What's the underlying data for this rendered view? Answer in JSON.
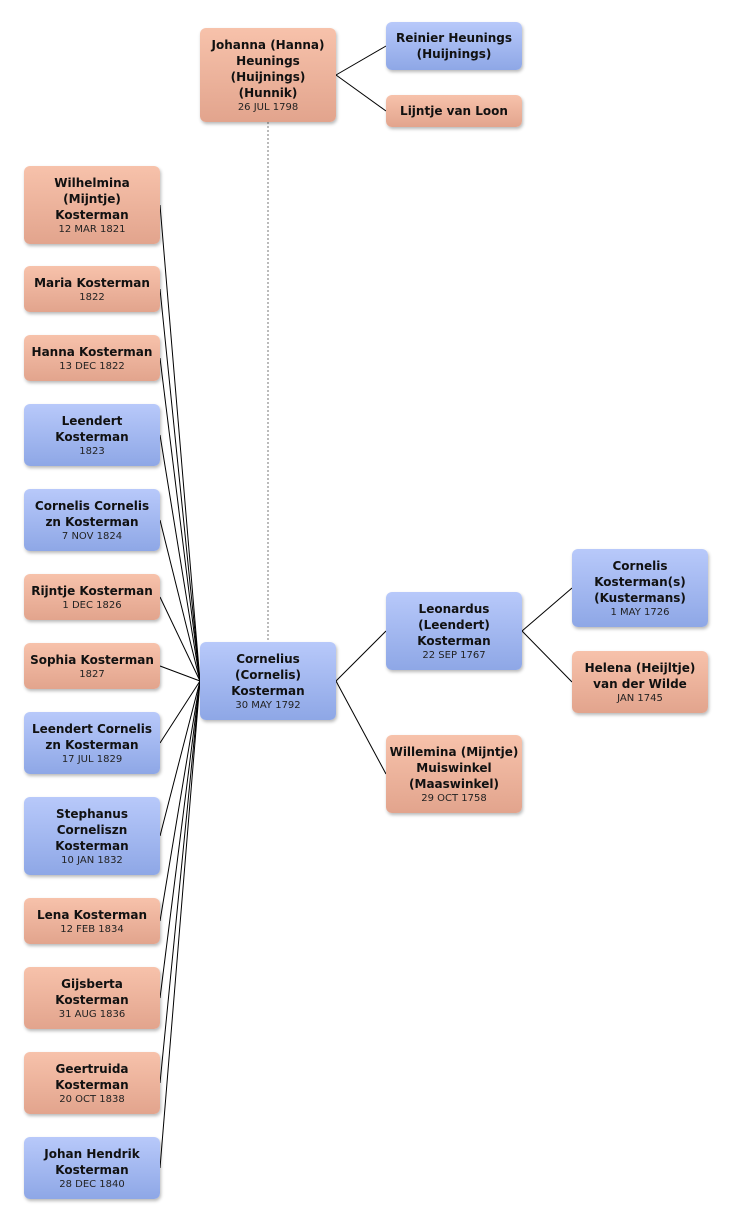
{
  "root": {
    "id": "root",
    "name": "Cornelius\n(Cornelis)\nKosterman",
    "date": "30 MAY 1792",
    "sex": "male"
  },
  "spouse": {
    "id": "spouse",
    "name": "Johanna (Hanna)\nHeunings\n(Huijnings)\n(Hunnik)",
    "date": "26 JUL 1798",
    "sex": "female"
  },
  "spouse_parents": [
    {
      "id": "sp-father",
      "name": "Reinier Heunings\n(Huijnings)",
      "date": "",
      "sex": "male"
    },
    {
      "id": "sp-mother",
      "name": "Lijntje van Loon",
      "date": "",
      "sex": "female"
    }
  ],
  "parents": [
    {
      "id": "father",
      "name": "Leonardus\n(Leendert)\nKosterman",
      "date": "22 SEP 1767",
      "sex": "male"
    },
    {
      "id": "mother",
      "name": "Willemina (Mijntje)\nMuiswinkel\n(Maaswinkel)",
      "date": "29 OCT 1758",
      "sex": "female"
    }
  ],
  "grandparents": [
    {
      "id": "gf",
      "name": "Cornelis\nKosterman(s)\n(Kustermans)",
      "date": "1 MAY 1726",
      "sex": "male"
    },
    {
      "id": "gm",
      "name": "Helena (Heijltje)\nvan der Wilde",
      "date": "JAN 1745",
      "sex": "female"
    }
  ],
  "children": [
    {
      "id": "c1",
      "name": "Wilhelmina\n(Mijntje)\nKosterman",
      "date": "12 MAR 1821",
      "sex": "female"
    },
    {
      "id": "c2",
      "name": "Maria Kosterman",
      "date": "1822",
      "sex": "female"
    },
    {
      "id": "c3",
      "name": "Hanna Kosterman",
      "date": "13 DEC 1822",
      "sex": "female"
    },
    {
      "id": "c4",
      "name": "Leendert\nKosterman",
      "date": "1823",
      "sex": "male"
    },
    {
      "id": "c5",
      "name": "Cornelis Cornelis\nzn Kosterman",
      "date": "7 NOV 1824",
      "sex": "male"
    },
    {
      "id": "c6",
      "name": "Rijntje Kosterman",
      "date": "1 DEC 1826",
      "sex": "female"
    },
    {
      "id": "c7",
      "name": "Sophia Kosterman",
      "date": "1827",
      "sex": "female"
    },
    {
      "id": "c8",
      "name": "Leendert Cornelis\nzn Kosterman",
      "date": "17 JUL 1829",
      "sex": "male"
    },
    {
      "id": "c9",
      "name": "Stephanus\nCorneliszn\nKosterman",
      "date": "10 JAN 1832",
      "sex": "male"
    },
    {
      "id": "c10",
      "name": "Lena Kosterman",
      "date": "12 FEB 1834",
      "sex": "female"
    },
    {
      "id": "c11",
      "name": "Gijsberta\nKosterman",
      "date": "31 AUG 1836",
      "sex": "female"
    },
    {
      "id": "c12",
      "name": "Geertruida\nKosterman",
      "date": "20 OCT 1838",
      "sex": "female"
    },
    {
      "id": "c13",
      "name": "Johan Hendrik\nKosterman",
      "date": "28 DEC 1840",
      "sex": "male"
    }
  ]
}
